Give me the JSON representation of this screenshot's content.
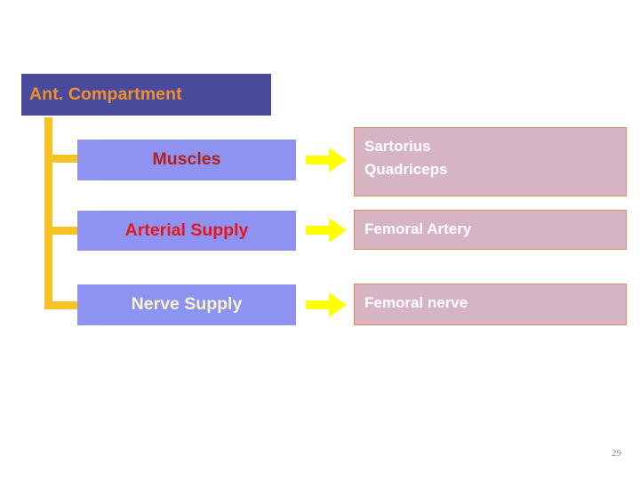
{
  "slide": {
    "title": "Ant. Compartment",
    "page_number": "29",
    "colors": {
      "title_banner_bg": "#4a4a9c",
      "title_text": "#f0902c",
      "bracket": "#f5c324",
      "left_box_bg": "#8e92f0",
      "right_box_bg": "#d6b4c4",
      "right_box_border": "#e08a58",
      "right_text": "#ffffff",
      "arrow": "#ffff00",
      "page_number": "#8c8c8c"
    }
  },
  "rows": [
    {
      "category": "Muscles",
      "category_color": "#b32118",
      "arrow_icon": "right-arrow-icon",
      "detail_lines": [
        "Sartorius",
        "Quadriceps"
      ]
    },
    {
      "category": "Arterial Supply",
      "category_color": "#e8161b",
      "arrow_icon": "right-arrow-icon",
      "detail_lines": [
        "Femoral Artery"
      ]
    },
    {
      "category": "Nerve Supply",
      "category_color": "#f7f3c8",
      "arrow_icon": "right-arrow-icon",
      "detail_lines": [
        "Femoral nerve"
      ]
    }
  ]
}
